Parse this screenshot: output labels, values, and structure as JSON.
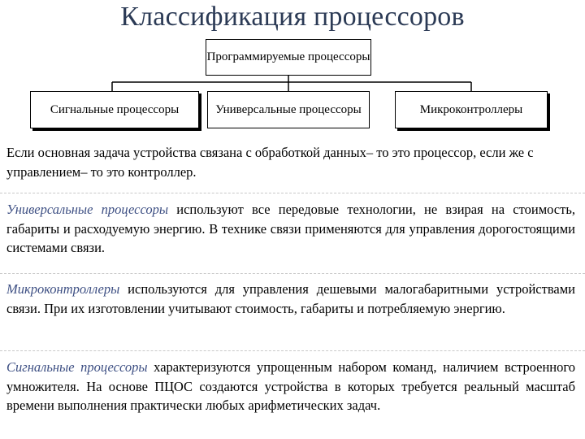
{
  "title": "Классификация процессоров",
  "diagram": {
    "root": "Программируемые процессоры",
    "children": [
      "Сигнальные процессоры",
      "Универсальные процессоры",
      "Микроконтроллеры"
    ]
  },
  "paragraphs": [
    {
      "term": "",
      "text": "Если основная задача устройства связана с  обработкой данных– то это процессор, если же с управлением– то это контроллер."
    },
    {
      "term": "Универсальные процессоры",
      "text": " используют все передовые технологии, не взирая на стоимость, габариты и расходуемую энергию. В технике связи применяются для управления дорогостоящими системами связи."
    },
    {
      "term": "Микроконтроллеры",
      "text": " используются для управления дешевыми малогабаритными устройствами связи. При их изготовлении учитывают стоимость, габариты и потребляемую энергию."
    },
    {
      "term": "Сигнальные процессоры",
      "text": " характеризуются упрощенным набором команд, наличием встроенного умножителя. На основе ПЦОС создаются устройства в которых требуется реальный масштаб времени выполнения практически любых арифметических задач."
    }
  ]
}
